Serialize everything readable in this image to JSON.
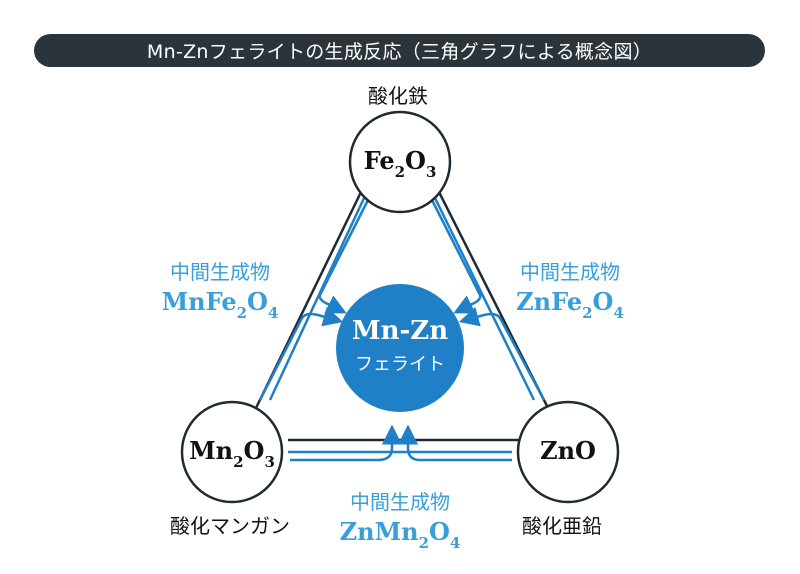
{
  "title": "Mn-Znフェライトの生成反応（三角グラフによる概念図）",
  "nodes": {
    "top": {
      "name": "酸化鉄",
      "formula_parts": [
        "Fe",
        "2",
        "O",
        "3"
      ]
    },
    "left": {
      "name": "酸化マンガン",
      "formula_parts": [
        "Mn",
        "2",
        "O",
        "3"
      ]
    },
    "right": {
      "name": "酸化亜鉛",
      "formula": "ZnO"
    }
  },
  "center": {
    "line1": "Mn-Zn",
    "line2": "フェライト"
  },
  "intermediates": {
    "left": {
      "label": "中間生成物",
      "formula_parts": [
        "MnFe",
        "2",
        "O",
        "4"
      ]
    },
    "right": {
      "label": "中間生成物",
      "formula_parts": [
        "ZnFe",
        "2",
        "O",
        "4"
      ]
    },
    "bottom": {
      "label": "中間生成物",
      "formula_parts": [
        "ZnMn",
        "2",
        "O",
        "4"
      ]
    }
  },
  "colors": {
    "title_bg": "#2b333b",
    "accent": "#1f7fc7",
    "intermediate_text": "#3a9fd8",
    "edge": "#1f2a33"
  }
}
